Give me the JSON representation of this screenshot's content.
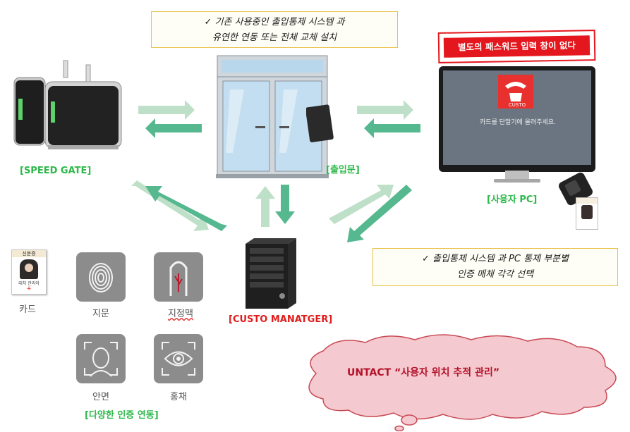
{
  "top_callout": {
    "line1": "✓ 기존 사용중인 출입통제 시스템 과",
    "line2": "유연한 연동 또는 전체 교체 설치"
  },
  "right_callout": {
    "line1": "✓ 출입통제 시스템 과 PC 통제 부분별",
    "line2": "인증 매체 각각 선택"
  },
  "warning_banner": "별도의 패스워드 입력 창이 없다",
  "labels": {
    "speed_gate": "[SPEED GATE]",
    "door": "[출입문]",
    "user_pc": "[사용자 PC]",
    "manager": "[CUSTO MANATGER]",
    "auth_group": "[다양한 인증 연동]"
  },
  "monitor": {
    "logo_text": "CUSTO",
    "prompt": "카드를 단말기에 올려주세요."
  },
  "card": {
    "top_name": "신분증",
    "caption": "대치 관리이"
  },
  "auth_methods": [
    {
      "label": "카드",
      "icon": "id-card-icon"
    },
    {
      "label": "지문",
      "icon": "fingerprint-icon"
    },
    {
      "label": "지정맥",
      "icon": "finger-vein-icon"
    },
    {
      "label": "안면",
      "icon": "face-recognition-icon"
    },
    {
      "label": "홍채",
      "icon": "iris-icon"
    }
  ],
  "cloud_text": "UNTACT “사용자 위치 추적 관리”",
  "colors": {
    "accent_green": "#2db84a",
    "arrow_green": "#56b88f",
    "arrow_light": "#bfe0c8",
    "red": "#e01c1c",
    "callout_border": "#e8c24a",
    "cloud_fill": "#f4c9cf",
    "cloud_stroke": "#c84a55"
  }
}
